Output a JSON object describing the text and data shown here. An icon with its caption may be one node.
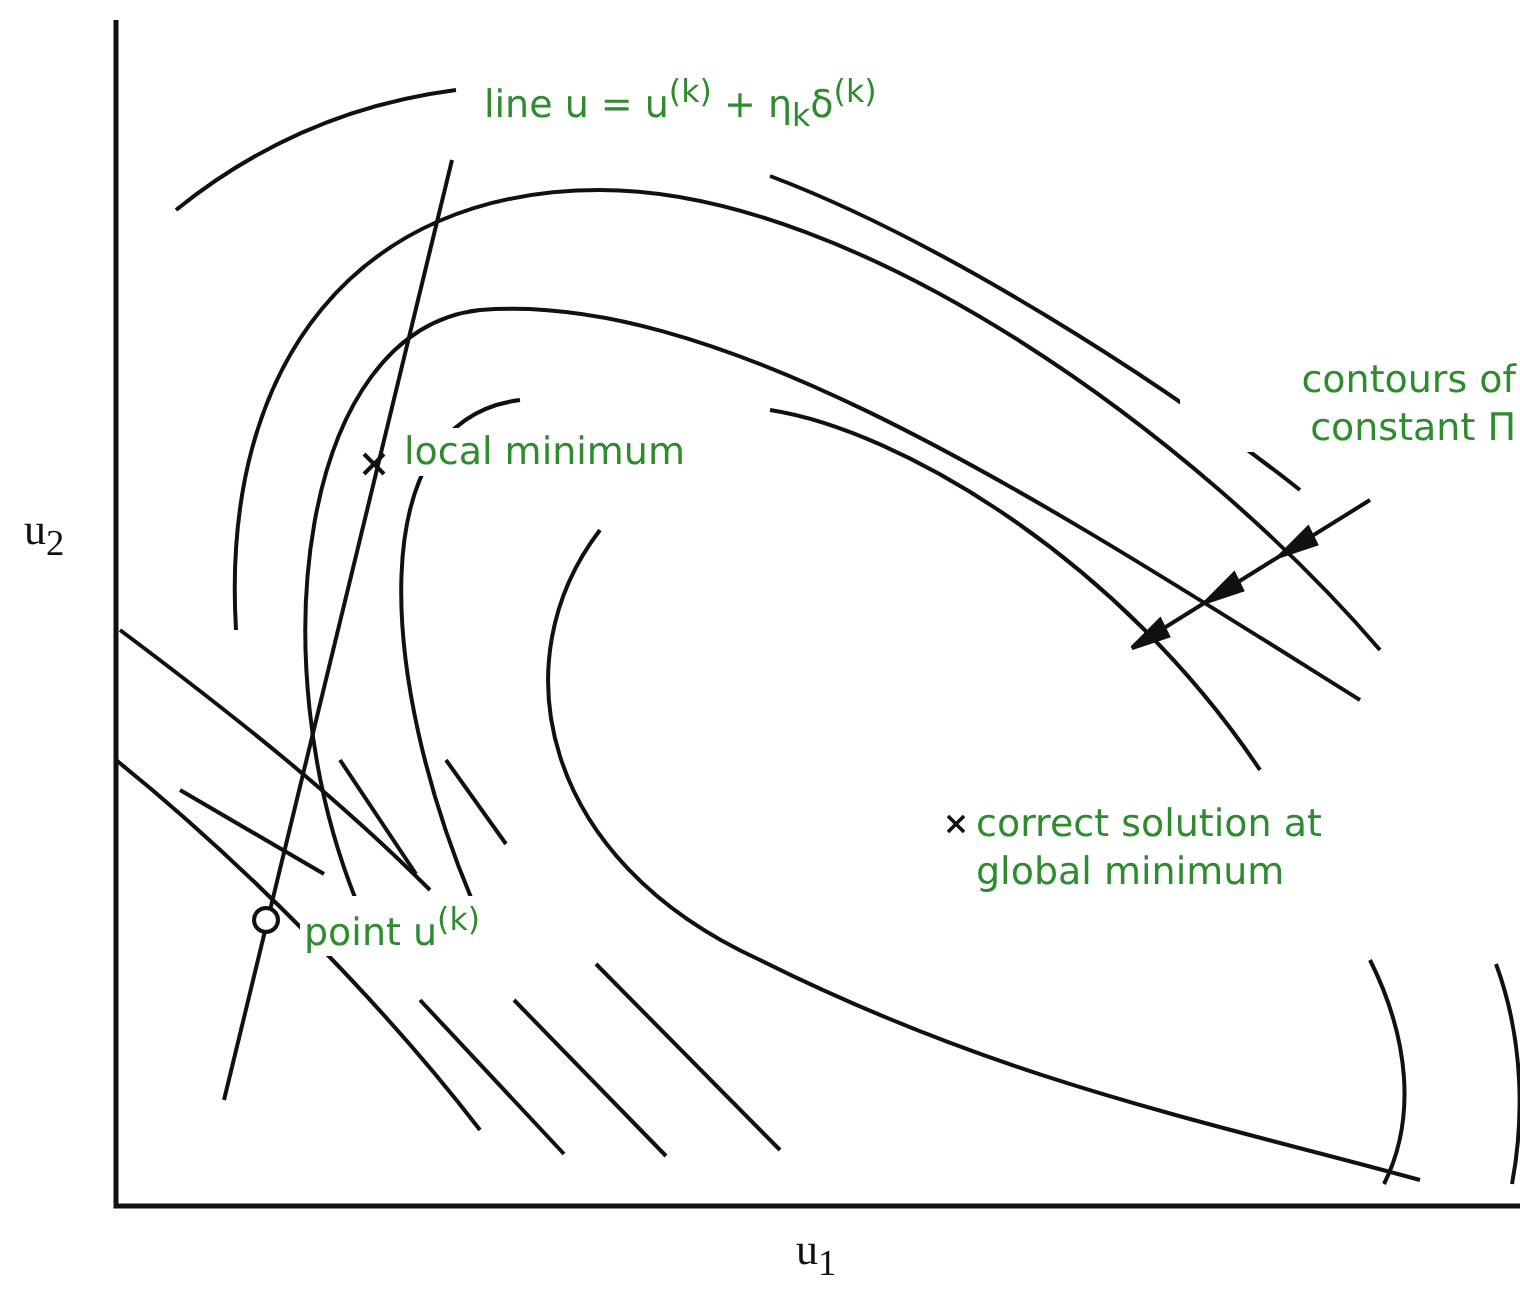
{
  "diagram": {
    "labels": [
      "line u = u$^{(k)}$ + η$_{k}$δ$^{(k)}$",
      "local minimum",
      "contours of constant Π",
      "u$_{2}$",
      "correct solution at global minimum",
      "point u$^{(k)}$",
      "u$_{1}$"
    ]
  }
}
